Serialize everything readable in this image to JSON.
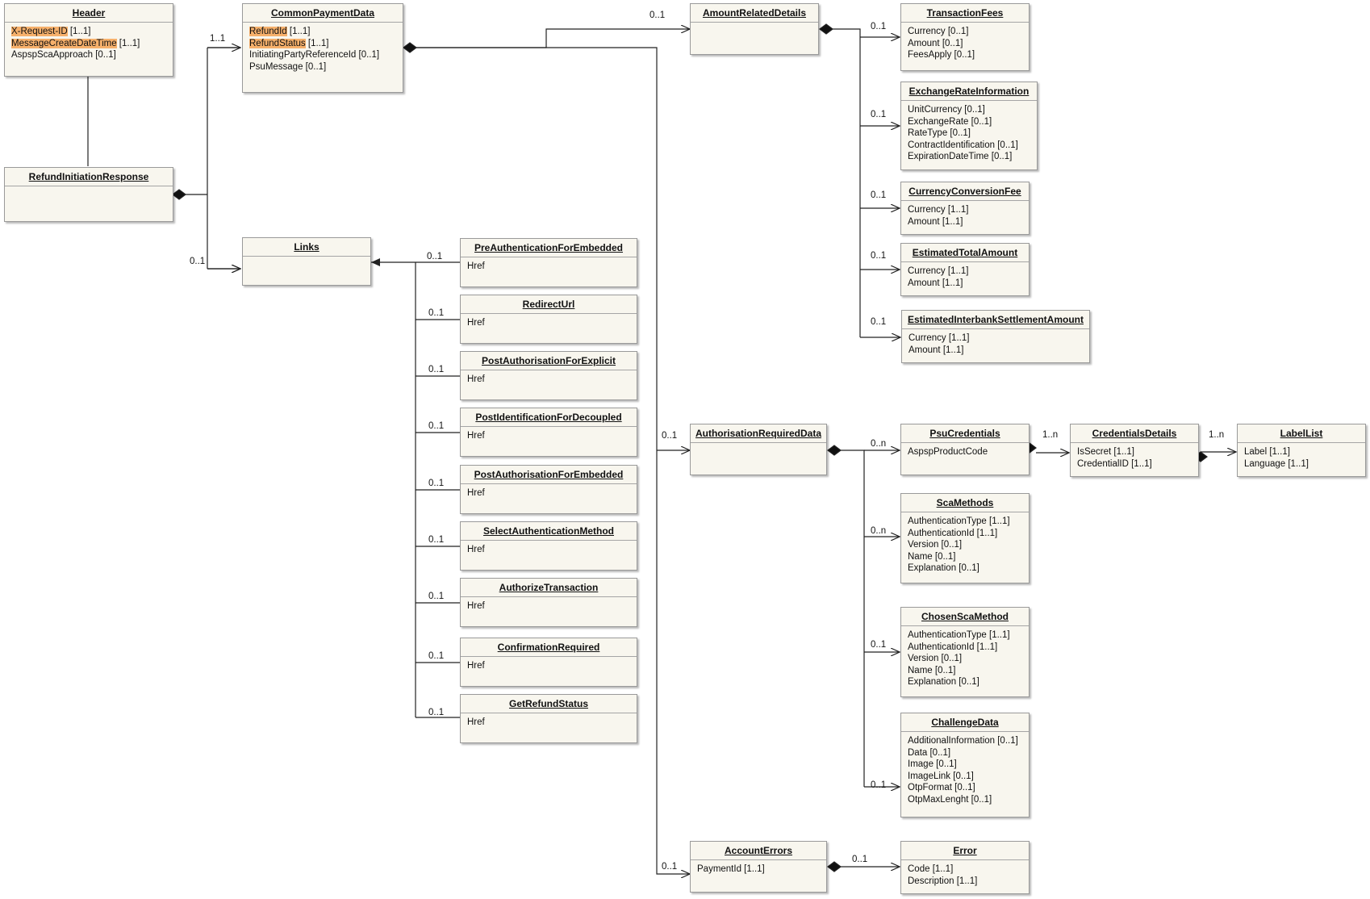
{
  "boxes": {
    "header": {
      "title": "Header",
      "attrs": [
        {
          "name": "X-Request-ID",
          "mult": " [1..1]",
          "hl": true
        },
        {
          "name": "MessageCreateDateTime",
          "mult": " [1..1]",
          "hl": true
        },
        {
          "name": "AspspScaApproach",
          "mult": " [0..1]",
          "hl": false
        }
      ]
    },
    "refund": {
      "title": "RefundInitiationResponse",
      "attrs": []
    },
    "common": {
      "title": "CommonPaymentData",
      "attrs": [
        {
          "name": "RefundId",
          "mult": " [1..1]",
          "hl": true
        },
        {
          "name": "RefundStatus",
          "mult": " [1..1]",
          "hl": true
        },
        {
          "name": "InitiatingPartyReferenceId",
          "mult": " [0..1]",
          "hl": false
        },
        {
          "name": "PsuMessage",
          "mult": " [0..1]",
          "hl": false
        }
      ]
    },
    "links": {
      "title": "Links",
      "attrs": []
    },
    "preauth": {
      "title": "PreAuthenticationForEmbedded",
      "attrs": [
        {
          "name": "Href",
          "mult": "",
          "hl": false
        }
      ]
    },
    "redirect": {
      "title": "RedirectUrl",
      "attrs": [
        {
          "name": "Href",
          "mult": "",
          "hl": false
        }
      ]
    },
    "postauthexp": {
      "title": "PostAuthorisationForExplicit",
      "attrs": [
        {
          "name": "Href",
          "mult": "",
          "hl": false
        }
      ]
    },
    "postident": {
      "title": "PostIdentificationForDecoupled",
      "attrs": [
        {
          "name": "Href",
          "mult": "",
          "hl": false
        }
      ]
    },
    "postauthemb": {
      "title": "PostAuthorisationForEmbedded",
      "attrs": [
        {
          "name": "Href",
          "mult": "",
          "hl": false
        }
      ]
    },
    "selectauth": {
      "title": "SelectAuthenticationMethod",
      "attrs": [
        {
          "name": "Href",
          "mult": "",
          "hl": false
        }
      ]
    },
    "authorize": {
      "title": "AuthorizeTransaction",
      "attrs": [
        {
          "name": "Href",
          "mult": "",
          "hl": false
        }
      ]
    },
    "confirm": {
      "title": "ConfirmationRequired",
      "attrs": [
        {
          "name": "Href",
          "mult": "",
          "hl": false
        }
      ]
    },
    "getrefund": {
      "title": "GetRefundStatus",
      "attrs": [
        {
          "name": "Href",
          "mult": "",
          "hl": false
        }
      ]
    },
    "amount": {
      "title": "AmountRelatedDetails",
      "attrs": []
    },
    "txfees": {
      "title": "TransactionFees",
      "attrs": [
        {
          "name": "Currency",
          "mult": " [0..1]",
          "hl": false
        },
        {
          "name": "Amount",
          "mult": " [0..1]",
          "hl": false
        },
        {
          "name": "FeesApply",
          "mult": " [0..1]",
          "hl": false
        }
      ]
    },
    "exrate": {
      "title": "ExchangeRateInformation",
      "attrs": [
        {
          "name": "UnitCurrency",
          "mult": " [0..1]",
          "hl": false
        },
        {
          "name": "ExchangeRate",
          "mult": " [0..1]",
          "hl": false
        },
        {
          "name": "RateType",
          "mult": " [0..1]",
          "hl": false
        },
        {
          "name": "ContractIdentification",
          "mult": " [0..1]",
          "hl": false
        },
        {
          "name": "ExpirationDateTime",
          "mult": " [0..1]",
          "hl": false
        }
      ]
    },
    "ccfee": {
      "title": "CurrencyConversionFee",
      "attrs": [
        {
          "name": "Currency",
          "mult": " [1..1]",
          "hl": false
        },
        {
          "name": "Amount",
          "mult": " [1..1]",
          "hl": false
        }
      ]
    },
    "esttotal": {
      "title": "EstimatedTotalAmount",
      "attrs": [
        {
          "name": "Currency",
          "mult": " [1..1]",
          "hl": false
        },
        {
          "name": "Amount",
          "mult": " [1..1]",
          "hl": false
        }
      ]
    },
    "estinter": {
      "title": "EstimatedInterbankSettlementAmount",
      "attrs": [
        {
          "name": "Currency",
          "mult": " [1..1]",
          "hl": false
        },
        {
          "name": "Amount",
          "mult": " [1..1]",
          "hl": false
        }
      ]
    },
    "authreq": {
      "title": "AuthorisationRequiredData",
      "attrs": []
    },
    "psucred": {
      "title": "PsuCredentials",
      "attrs": [
        {
          "name": "AspspProductCode",
          "mult": "",
          "hl": false
        }
      ]
    },
    "creddet": {
      "title": "CredentialsDetails",
      "attrs": [
        {
          "name": "IsSecret",
          "mult": " [1..1]",
          "hl": false
        },
        {
          "name": "CredentialID",
          "mult": " [1..1]",
          "hl": false
        }
      ]
    },
    "labellist": {
      "title": "LabelList",
      "attrs": [
        {
          "name": "Label",
          "mult": " [1..1]",
          "hl": false
        },
        {
          "name": "Language",
          "mult": " [1..1]",
          "hl": false
        }
      ]
    },
    "scamethods": {
      "title": "ScaMethods",
      "attrs": [
        {
          "name": "AuthenticationType",
          "mult": " [1..1]",
          "hl": false
        },
        {
          "name": "AuthenticationId",
          "mult": " [1..1]",
          "hl": false
        },
        {
          "name": "Version",
          "mult": " [0..1]",
          "hl": false
        },
        {
          "name": "Name",
          "mult": " [0..1]",
          "hl": false
        },
        {
          "name": "Explanation",
          "mult": " [0..1]",
          "hl": false
        }
      ]
    },
    "chosensca": {
      "title": "ChosenScaMethod",
      "attrs": [
        {
          "name": "AuthenticationType",
          "mult": " [1..1]",
          "hl": false
        },
        {
          "name": "AuthenticationId",
          "mult": " [1..1]",
          "hl": false
        },
        {
          "name": "Version",
          "mult": " [0..1]",
          "hl": false
        },
        {
          "name": "Name",
          "mult": " [0..1]",
          "hl": false
        },
        {
          "name": "Explanation",
          "mult": " [0..1]",
          "hl": false
        }
      ]
    },
    "challenge": {
      "title": "ChallengeData",
      "attrs": [
        {
          "name": "AdditionalInformation",
          "mult": " [0..1]",
          "hl": false
        },
        {
          "name": "Data",
          "mult": " [0..1]",
          "hl": false
        },
        {
          "name": "Image",
          "mult": " [0..1]",
          "hl": false
        },
        {
          "name": "ImageLink",
          "mult": " [0..1]",
          "hl": false
        },
        {
          "name": "OtpFormat",
          "mult": " [0..1]",
          "hl": false
        },
        {
          "name": "OtpMaxLenght",
          "mult": " [0..1]",
          "hl": false
        }
      ]
    },
    "accerr": {
      "title": "AccountErrors",
      "attrs": [
        {
          "name": "PaymentId",
          "mult": " [1..1]",
          "hl": false
        }
      ]
    },
    "error": {
      "title": "Error",
      "attrs": [
        {
          "name": "Code",
          "mult": " [1..1]",
          "hl": false
        },
        {
          "name": "Description",
          "mult": " [1..1]",
          "hl": false
        }
      ]
    }
  },
  "multiplicities": {
    "refund_common": "1..1",
    "refund_links": "0..1",
    "common_amount": "0..1",
    "common_authreq": "0..1",
    "common_accerr": "0..1",
    "links_preauth": "0..1",
    "links_redirect": "0..1",
    "links_postauthexp": "0..1",
    "links_postident": "0..1",
    "links_postauthemb": "0..1",
    "links_selectauth": "0..1",
    "links_authorize": "0..1",
    "links_confirm": "0..1",
    "links_getrefund": "0..1",
    "amount_txfees": "0..1",
    "amount_exrate": "0..1",
    "amount_ccfee": "0..1",
    "amount_esttotal": "0..1",
    "amount_estinter": "0..1",
    "authreq_psucred": "0..n",
    "authreq_scamethods": "0..n",
    "authreq_chosensca": "0..1",
    "authreq_challenge": "0..1",
    "psucred_creddet": "1..n",
    "creddet_labellist": "1..n",
    "accerr_error": "0..1"
  }
}
